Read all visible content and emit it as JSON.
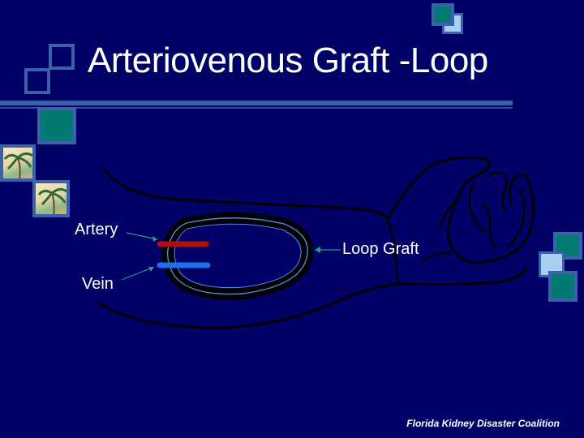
{
  "slide": {
    "title": "Arteriovenous Graft -Loop",
    "footer": "Florida Kidney Disaster Coalition"
  },
  "diagram": {
    "labels": {
      "artery": "Artery",
      "vein": "Vein",
      "loop_graft": "Loop Graft"
    },
    "colors": {
      "background": "#000066",
      "accent_blue": "#3a62a8",
      "teal": "#007a73",
      "light_blue": "#a8cef0",
      "artery": "#b01010",
      "vein": "#1e6fe8"
    }
  },
  "decorations": {
    "photo_icons": [
      "palm-tree-photo-icon",
      "palm-tree-photo-icon"
    ]
  }
}
